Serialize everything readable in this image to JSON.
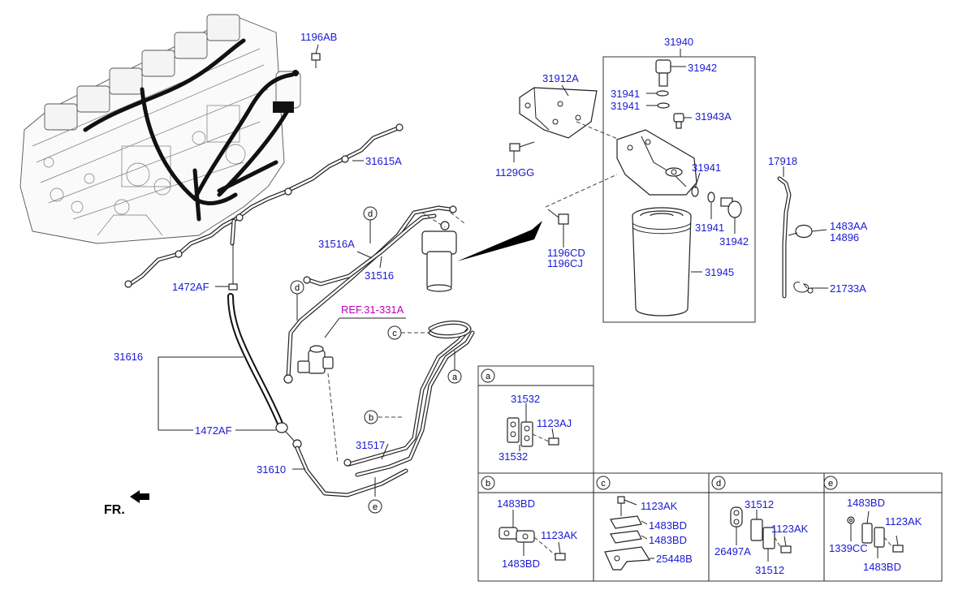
{
  "callouts": {
    "p1196AB": "1196AB",
    "p31615A": "31615A",
    "p1472AF_top": "1472AF",
    "p31616": "31616",
    "p1472AF_bot": "1472AF",
    "p31610": "31610",
    "p31516A": "31516A",
    "p31516": "31516",
    "ref": "REF.31-331A",
    "p31517": "31517",
    "p31912A": "31912A",
    "p1129GG": "1129GG",
    "p1196CD": "1196CD",
    "p1196CJ": "1196CJ",
    "p31940": "31940",
    "p31942a": "31942",
    "p31941a": "31941",
    "p31941b": "31941",
    "p31943A": "31943A",
    "p31941c": "31941",
    "p31941d": "31941",
    "p31942b": "31942",
    "p31945": "31945",
    "p17918": "17918",
    "p1483AA": "1483AA",
    "p14896": "14896",
    "p21733A": "21733A",
    "fr": "FR."
  },
  "markers": {
    "d1": "d",
    "d2": "d",
    "c": "c",
    "a": "a",
    "b": "b",
    "e": "e"
  },
  "detail_boxes": {
    "a": {
      "tag": "a",
      "labels": [
        "31532",
        "1123AJ",
        "31532"
      ]
    },
    "b": {
      "tag": "b",
      "labels": [
        "1483BD",
        "1123AK",
        "1483BD"
      ]
    },
    "c": {
      "tag": "c",
      "labels": [
        "1123AK",
        "1483BD",
        "1483BD",
        "25448B"
      ]
    },
    "d": {
      "tag": "d",
      "labels": [
        "31512",
        "1123AK",
        "26497A",
        "31512"
      ]
    },
    "e": {
      "tag": "e",
      "labels": [
        "1483BD",
        "1123AK",
        "1339CC",
        "1483BD"
      ]
    }
  }
}
